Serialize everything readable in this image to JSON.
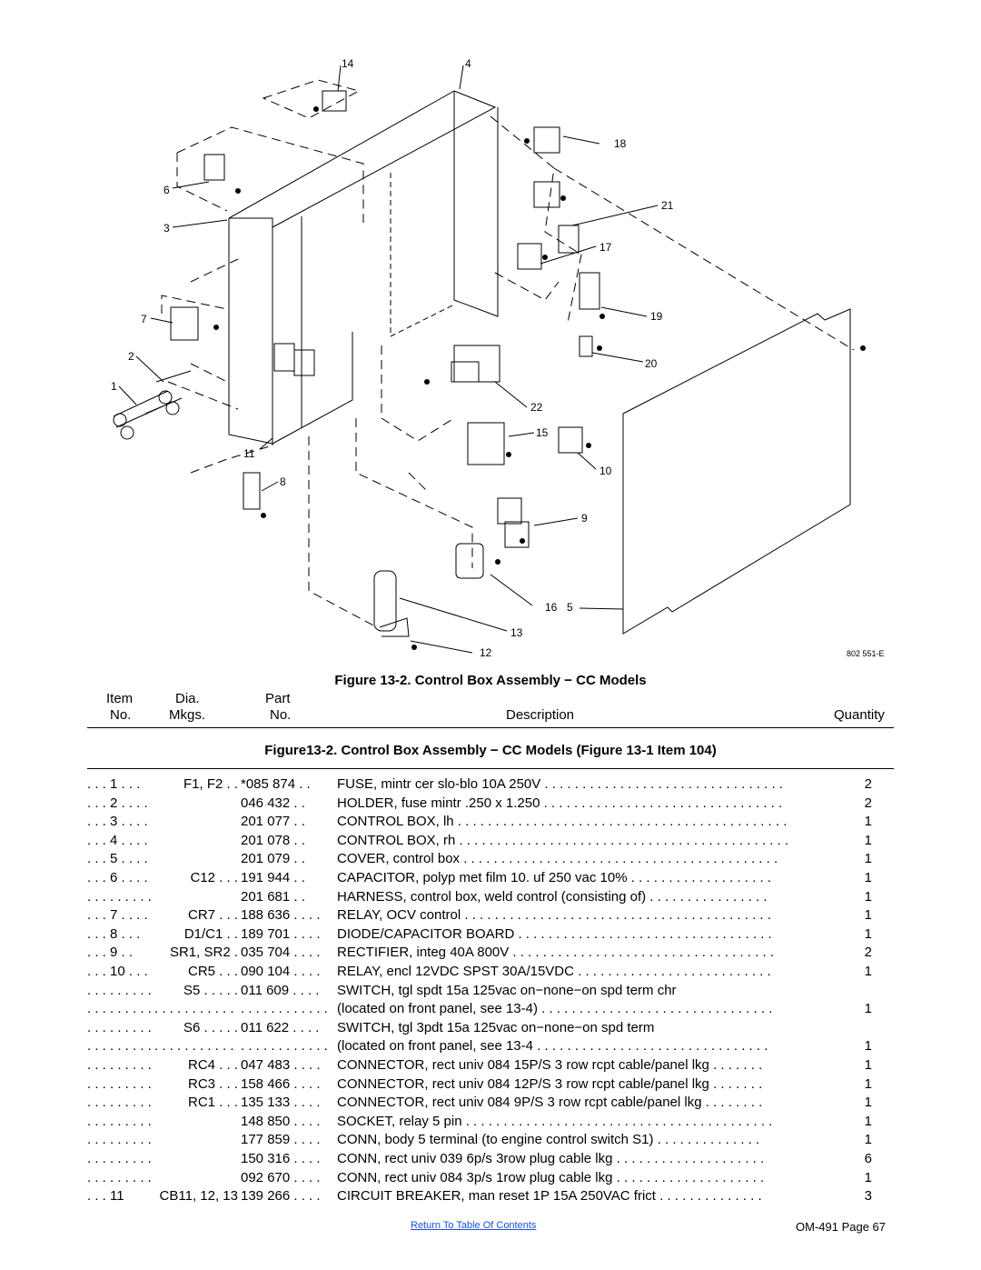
{
  "diagram": {
    "callouts": [
      "14",
      "4",
      "18",
      "6",
      "21",
      "3",
      "17",
      "7",
      "19",
      "2",
      "20",
      "1",
      "22",
      "15",
      "11",
      "10",
      "8",
      "9",
      "16",
      "5",
      "13",
      "12"
    ],
    "drawing_number": "802 551-E"
  },
  "figure_caption": "Figure 13-2. Control Box Assembly − CC Models",
  "columns": {
    "item": [
      "Item",
      "No."
    ],
    "dia": [
      "Dia.",
      "Mkgs."
    ],
    "part": [
      "Part",
      "No."
    ],
    "description": "Description",
    "quantity": "Quantity"
  },
  "section_title": "Figure13-2. Control Box Assembly − CC Models (Figure 13-1 Item 104)",
  "parts": [
    {
      "item": ". . . 1 . . .",
      "dia": "F1, F2 . .",
      "part": "*085 874 . .",
      "desc": "FUSE, mintr cer slo-blo 10A 250V . . . . . . . . . . . . . . . . . . . . . . . . . . . . . . . .",
      "qty": "2"
    },
    {
      "item": ". . . 2 . . . . . . . . . . . .",
      "dia": "",
      "part": "046 432 . .",
      "desc": "HOLDER, fuse mintr .250 x 1.250 . . . . . . . . . . . . . . . . . . . . . . . . . . . . . . . .",
      "qty": "2"
    },
    {
      "item": ". . . 3 . . . . . . . . . . . .",
      "dia": "",
      "part": "201 077 . .",
      "desc": "CONTROL BOX, lh . . . . . . . . . . . . . . . . . . . . . . . . . . . . . . . . . . . . . . . . . . . .",
      "qty": "1"
    },
    {
      "item": ". . . 4 . . . . . . . . . . . .",
      "dia": "",
      "part": "201 078 . .",
      "desc": "CONTROL BOX, rh . . . . . . . . . . . . . . . . . . . . . . . . . . . . . . . . . . . . . . . . . . . .",
      "qty": "1"
    },
    {
      "item": ". . . 5 . . . . . . . . . . . .",
      "dia": "",
      "part": "201 079 . .",
      "desc": "COVER, control box . . . . . . . . . . . . . . . . . . . . . . . . . . . . . . . . . . . . . . . . . .",
      "qty": "1"
    },
    {
      "item": ". . . 6 . . . .",
      "dia": "C12 . . .",
      "part": "191 944 . .",
      "desc": "CAPACITOR, polyp met film 10. uf 250 vac 10% . . . . . . . . . . . . . . . . . . .",
      "qty": "1"
    },
    {
      "item": ". . . . . . . . . . . . . . . . . .",
      "dia": "",
      "part": "201 681 . .",
      "desc": "HARNESS, control box, weld control  (consisting of) . . . . . . . . . . . . . . . .",
      "qty": "1"
    },
    {
      "item": ". . . 7 . . . .",
      "dia": "CR7 . . .",
      "part": "188 636 . . . .",
      "desc": "RELAY, OCV control . . . . . . . . . . . . . . . . . . . . . . . . . . . . . . . . . . . . . . . . .",
      "qty": "1"
    },
    {
      "item": ". . . 8 . . .",
      "dia": "D1/C1 . .",
      "part": "189 701 . . . .",
      "desc": "DIODE/CAPACITOR BOARD . . . . . . . . . . . . . . . . . . . . . . . . . . . . . . . . . .",
      "qty": "1"
    },
    {
      "item": ". . . 9 . .",
      "dia": "SR1, SR2 .",
      "part": "035 704 . . . .",
      "desc": "RECTIFIER, integ 40A 800V . . . . . . . . . . . . . . . . . . . . . . . . . . . . . . . . . . .",
      "qty": "2"
    },
    {
      "item": ". . . 10 . . . .",
      "dia": "CR5 . . .",
      "part": "090 104 . . . .",
      "desc": "RELAY, encl 12VDC SPST 30A/15VDC . . . . . . . . . . . . . . . . . . . . . . . . . .",
      "qty": "1"
    },
    {
      "item": ". . . . . . . . . .",
      "dia": "S5 . . . . .",
      "part": "011 609 . . . .",
      "desc": "SWITCH, tgl spdt 15a 125vac on−none−on spd term chr",
      "qty": ""
    },
    {
      "item": ". . . . . . . . . . . . . . . . . .",
      "dia": ". . . . . . . . . . . . .",
      "part": ". . . . . . . . . . . . .",
      "desc": "   (located on front panel, see 13-4) . . . . . . . . . . . . . . . . . . . . . . . . . . . . . . .",
      "qty": "1"
    },
    {
      "item": ". . . . . . . . . .",
      "dia": "S6 . . . . .",
      "part": "011 622 . . . .",
      "desc": "SWITCH, tgl 3pdt 15a 125vac on−none−on spd term",
      "qty": ""
    },
    {
      "item": ". . . . . . . . . . . . . . . . . .",
      "dia": ". . . . . . . . . . . . .",
      "part": ". . . . . . . . . . . . .",
      "desc": "   (located on front panel, see 13-4 . . . . . . . . . . . . . . . . . . . . . . . . . . . . . . .",
      "qty": "1"
    },
    {
      "item": ". . . . . . . . .",
      "dia": "RC4 . . .",
      "part": "047 483 . . . .",
      "desc": "CONNECTOR, rect univ 084 15P/S 3 row rcpt cable/panel lkg . . . . . . .",
      "qty": "1"
    },
    {
      "item": ". . . . . . . . .",
      "dia": "RC3 . . .",
      "part": "158 466 . . . .",
      "desc": "CONNECTOR, rect univ 084 12P/S 3 row rcpt cable/panel lkg . . . . . . .",
      "qty": "1"
    },
    {
      "item": ". . . .    . . . . . .",
      "dia": "RC1 . . .",
      "part": "135 133 . . . .",
      "desc": "CONNECTOR, rect univ 084 9P/S 3 row rcpt cable/panel lkg . . . . . . . .",
      "qty": "1"
    },
    {
      "item": ". . . . . . . . . . . . . . . . . .",
      "dia": "",
      "part": "148 850 . . . .",
      "desc": "SOCKET, relay 5 pin . . . . . . . . . . . . . . . . . . . . . . . . . . . . . . . . . . . . . . . . .",
      "qty": "1"
    },
    {
      "item": ". . . . . . . . . . . . . . . . . .",
      "dia": "",
      "part": "177 859 . . . .",
      "desc": "CONN, body 5 terminal (to engine control switch S1) . . . . . . . . . . . . . .",
      "qty": "1"
    },
    {
      "item": ". . . . . . . . . . . . . . . . . .",
      "dia": "",
      "part": "150 316 . . . .",
      "desc": "CONN, rect univ 039 6p/s 3row plug cable lkg . . . . . . . . . . . . . . . . . . . .",
      "qty": "6"
    },
    {
      "item": ". . . . . . . . . . . . . . . . . .",
      "dia": "",
      "part": "092 670 . . . .",
      "desc": "CONN, rect univ 084 3p/s 1row plug cable lkg . . . . . . . . . . . . . . . . . . . .",
      "qty": "1"
    },
    {
      "item": ". . . 11",
      "dia": "CB11, 12, 13",
      "part": "139 266 . . . .",
      "desc": "CIRCUIT BREAKER, man reset 1P 15A 250VAC frict . . . . . . . . . . . . . .",
      "qty": "3"
    }
  ],
  "footer": {
    "link": "Return To Table Of Contents",
    "page": "OM-491 Page 67"
  }
}
